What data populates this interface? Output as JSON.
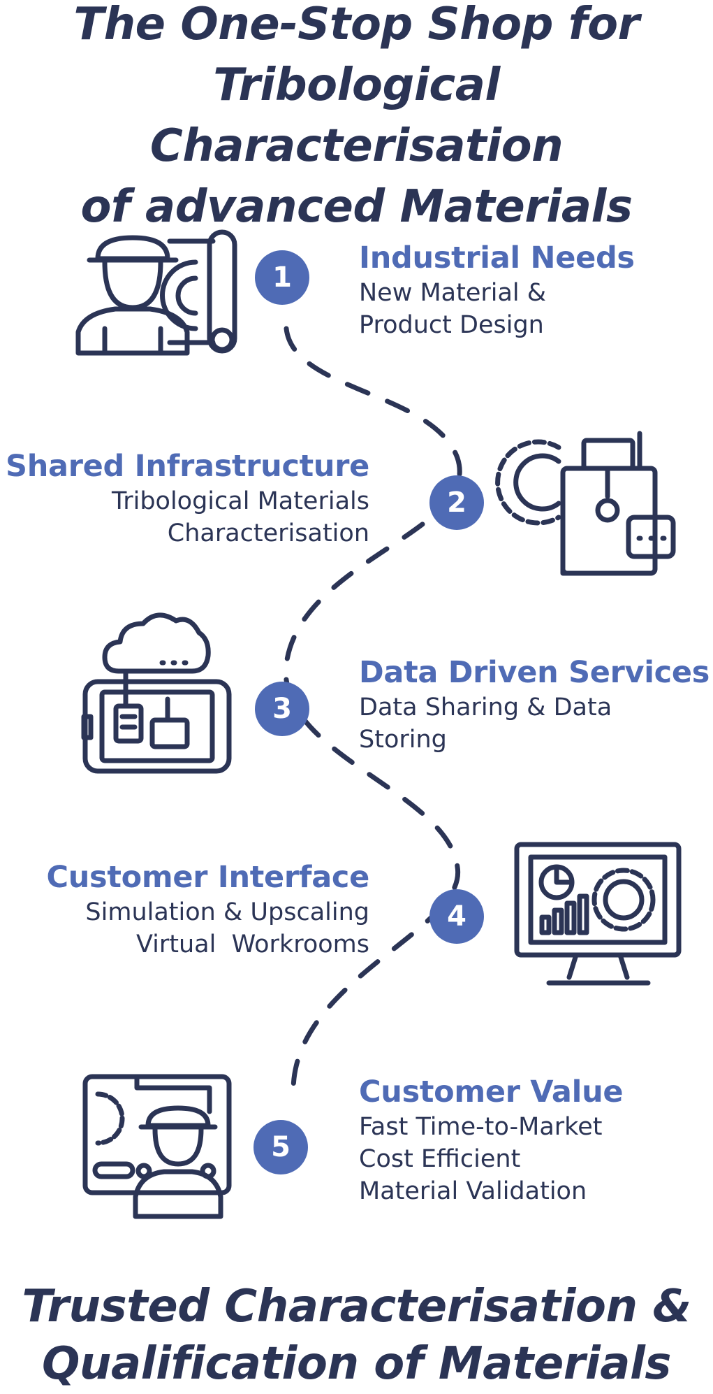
{
  "title": {
    "lines": [
      "The One-Stop Shop for",
      "Tribological Characterisation",
      "of advanced Materials"
    ]
  },
  "steps": [
    {
      "number": "1",
      "heading": "Industrial Needs",
      "lines": [
        "New Material &",
        "Product Design"
      ],
      "icon": "engineer-blueprint-gear-icon"
    },
    {
      "number": "2",
      "heading": "Shared Infrastructure",
      "lines": [
        "Tribological Materials",
        "Characterisation"
      ],
      "icon": "machine-gear-icon"
    },
    {
      "number": "3",
      "heading": "Data Driven Services",
      "lines": [
        "Data Sharing & Data",
        "Storing"
      ],
      "icon": "cloud-tablet-icon"
    },
    {
      "number": "4",
      "heading": "Customer Interface",
      "lines": [
        "Simulation & Upscaling",
        "Virtual  Workrooms"
      ],
      "icon": "monitor-chart-gear-icon"
    },
    {
      "number": "5",
      "heading": "Customer Value",
      "lines": [
        "Fast Time-to-Market",
        "Cost Efficient",
        "Material Validation"
      ],
      "icon": "engineer-control-panel-icon"
    }
  ],
  "footer": {
    "lines": [
      "Trusted Characterisation &",
      "Qualification of Materials"
    ]
  },
  "colors": {
    "accent": "#4f6bb5",
    "dark": "#2b3455",
    "background": "#ffffff"
  }
}
